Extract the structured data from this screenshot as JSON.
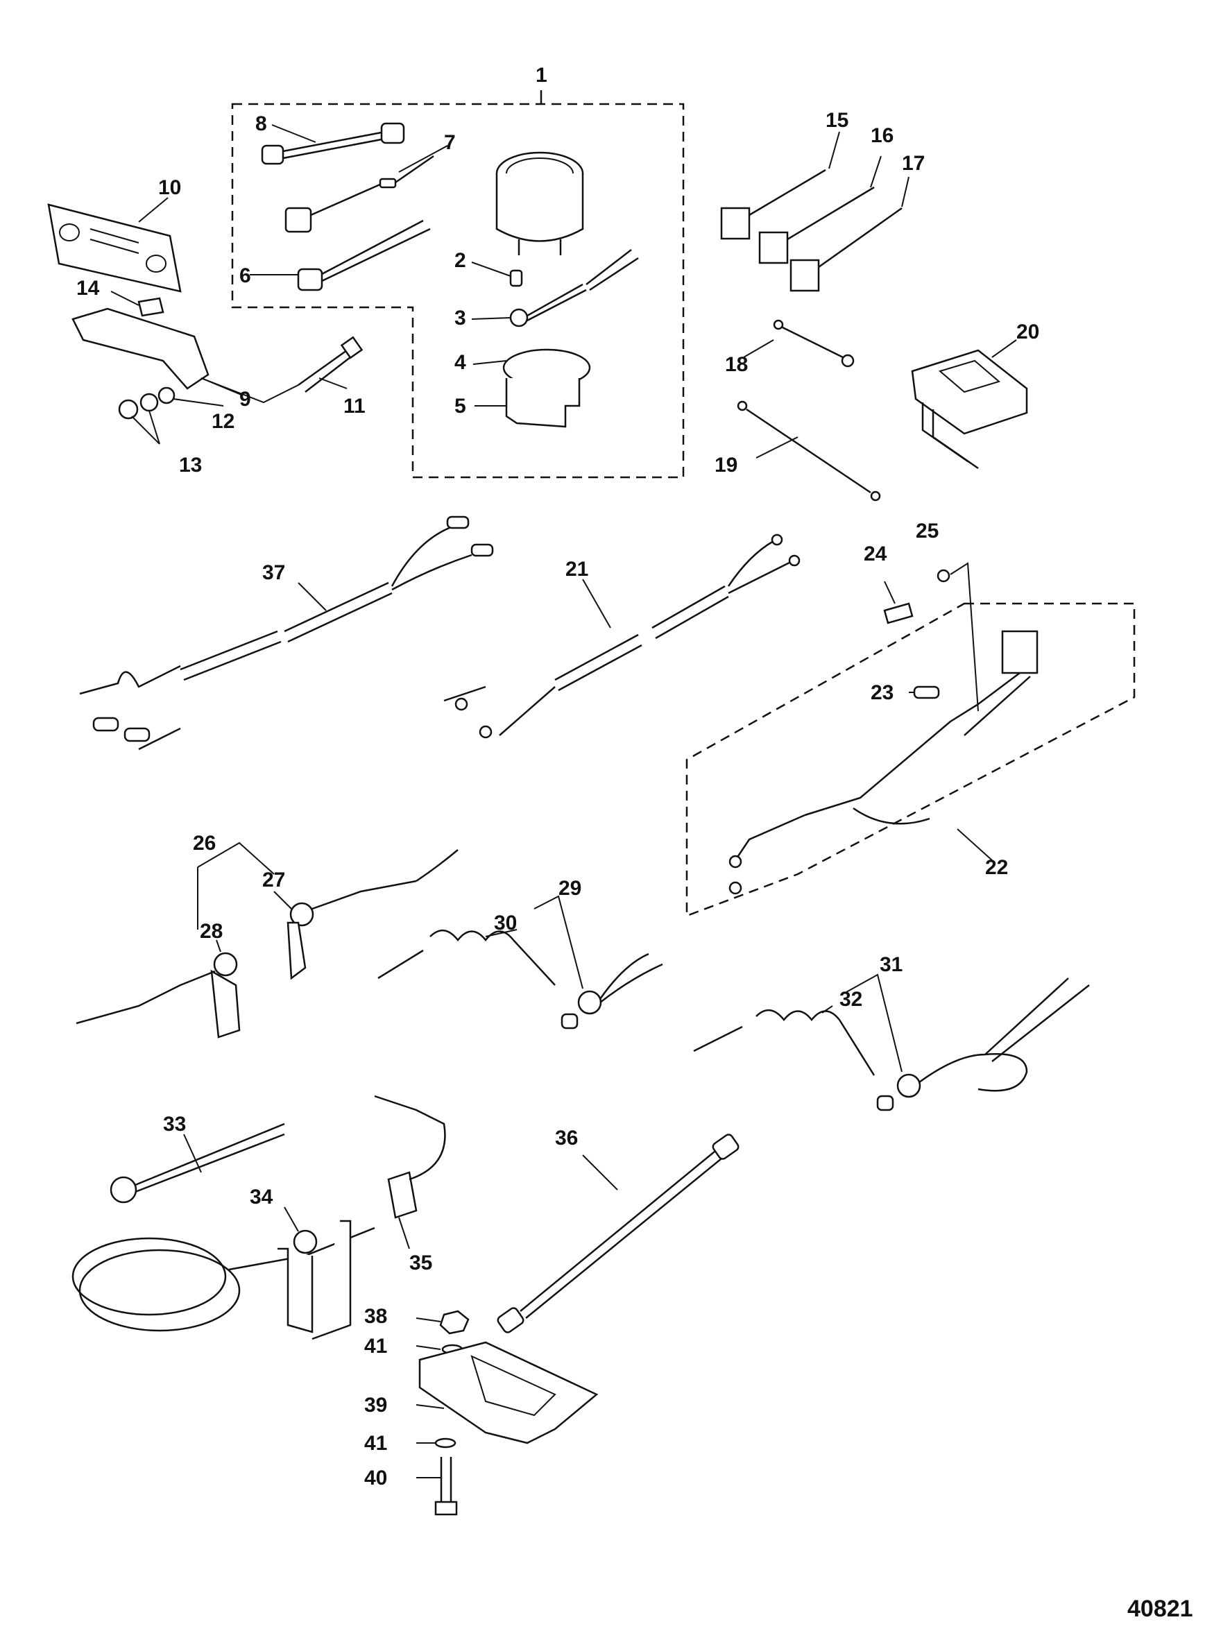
{
  "figure_id": "40821",
  "callouts": [
    "1",
    "2",
    "3",
    "4",
    "5",
    "6",
    "7",
    "8",
    "9",
    "10",
    "11",
    "12",
    "13",
    "14",
    "15",
    "16",
    "17",
    "18",
    "19",
    "20",
    "21",
    "22",
    "23",
    "24",
    "25",
    "26",
    "27",
    "28",
    "29",
    "30",
    "31",
    "32",
    "33",
    "34",
    "35",
    "36",
    "37",
    "38",
    "39",
    "40",
    "41"
  ]
}
